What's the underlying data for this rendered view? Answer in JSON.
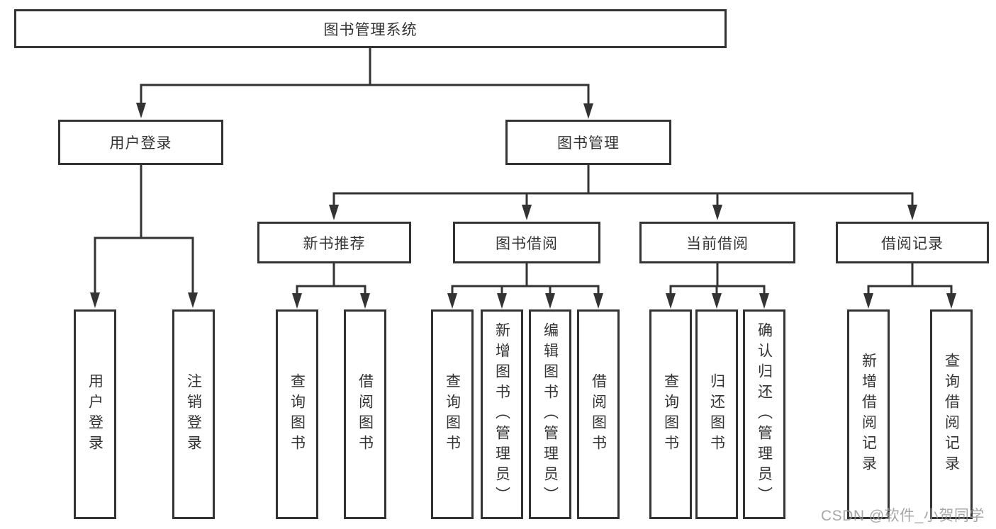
{
  "tree": {
    "label": "图书管理系统",
    "children": [
      {
        "label": "用户登录",
        "children": [
          {
            "label": "用户登录"
          },
          {
            "label": "注销登录"
          }
        ]
      },
      {
        "label": "图书管理",
        "children": [
          {
            "label": "新书推荐",
            "children": [
              {
                "label": "查询图书"
              },
              {
                "label": "借阅图书"
              }
            ]
          },
          {
            "label": "图书借阅",
            "children": [
              {
                "label": "查询图书"
              },
              {
                "label": "新增图书（管理员）"
              },
              {
                "label": "编辑图书（管理员）"
              },
              {
                "label": "借阅图书"
              }
            ]
          },
          {
            "label": "当前借阅",
            "children": [
              {
                "label": "查询图书"
              },
              {
                "label": "归还图书"
              },
              {
                "label": "确认归还（管理员）"
              }
            ]
          },
          {
            "label": "借阅记录",
            "children": [
              {
                "label": "新增借阅记录"
              },
              {
                "label": "查询借阅记录"
              }
            ]
          }
        ]
      }
    ]
  },
  "watermark": {
    "text": "CSDN @软件_小贺同学"
  },
  "colors": {
    "line": "#333333",
    "box_border": "#333333",
    "text": "#333333",
    "watermark": "#989898",
    "background": "#ffffff"
  }
}
